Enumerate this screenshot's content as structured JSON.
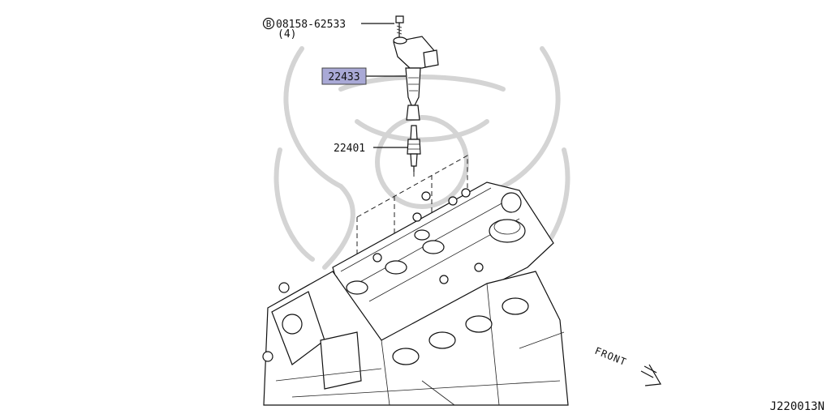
{
  "diagram": {
    "callouts": {
      "bolt": {
        "symbol": "B",
        "number": "08158-62533",
        "quantity": "(4)"
      },
      "ignition_coil": {
        "number": "22433",
        "highlight_color": "#a9a9d6"
      },
      "spark_plug": {
        "number": "22401"
      }
    },
    "direction_label": "FRONT",
    "figure_code": "J220013N"
  }
}
